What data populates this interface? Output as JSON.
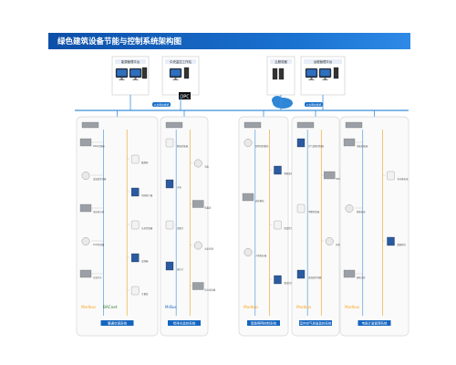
{
  "title": "绿色建筑设备节能与控制系统架构图",
  "colors": {
    "banner": "#1565c0",
    "bus_line": "#3a8fd8",
    "field_line": "#e8a21a",
    "panel_border": "#d6d6d6",
    "footer_label": "#1565c0",
    "bacnet_logo": "#2e7d32",
    "modbus_logo": "#f9a825"
  },
  "top_level": {
    "left_group": [
      {
        "label": "能源管理平台"
      },
      {
        "label": "中央监控工作站"
      }
    ],
    "right_group": [
      {
        "label": "云服务器"
      },
      {
        "label": "远程管理平台"
      }
    ],
    "logos": {
      "opc": "OPC",
      "cloud": "cloud-icon"
    }
  },
  "networks": [
    {
      "label": "以太网交换机"
    },
    {
      "label": "以太网交换机"
    }
  ],
  "subsystems": [
    {
      "label": "暖通空调系统",
      "protocols": [
        "Modbus",
        "BACnet"
      ],
      "devices": [
        "DDC控制器",
        "触摸屏",
        "温湿度传感器",
        "风阀执行器",
        "电动调节阀",
        "压差传感器",
        "CO2传感器",
        "变频器",
        "水流开关",
        "冷量表"
      ]
    },
    {
      "label": "给排水监控系统",
      "protocols": [
        "M-Bus"
      ],
      "devices": [
        "数据采集器",
        "电表",
        "水表",
        "热量表",
        "流量计",
        "水泵控制",
        "液位计",
        "压力变送器"
      ]
    },
    {
      "label": "智能照明控制系统",
      "protocols": [
        "Modbus"
      ],
      "devices": [
        "照明控制模块",
        "智能面板",
        "调光模块",
        "照度传感器",
        "人体感应器",
        "窗帘控制"
      ]
    },
    {
      "label": "室内空气质量监控系统",
      "protocols": [
        "Modbus"
      ],
      "devices": [
        "空气质量控制器",
        "PM2.5传感器",
        "甲醛传感器",
        "新风控制器",
        "温湿度传感器"
      ]
    },
    {
      "label": "电能计量管理系统",
      "protocols": [
        "Modbus"
      ],
      "devices": [
        "电能采集器",
        "多功能电表",
        "智能电表",
        "数据网关",
        "能耗分析"
      ]
    }
  ],
  "icons": [
    "monitor-icon",
    "server-icon",
    "cloud-icon",
    "switch-icon",
    "controller-icon",
    "sensor-icon",
    "meter-icon",
    "valve-icon"
  ]
}
